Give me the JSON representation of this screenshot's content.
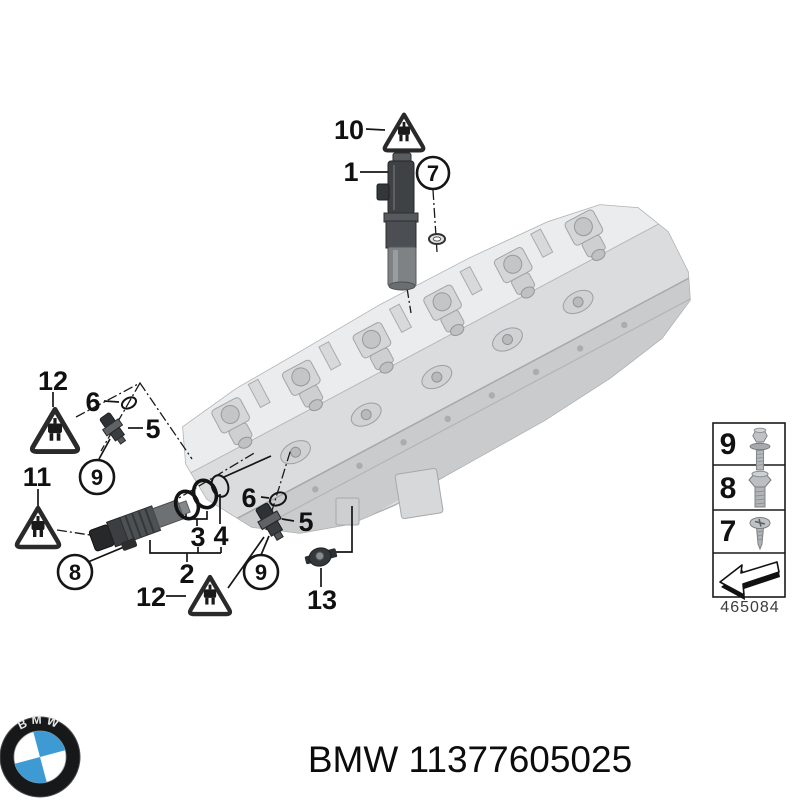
{
  "figure": {
    "callouts": {
      "n1": "1",
      "n2": "2",
      "n3": "3",
      "n4": "4",
      "n5_left": "5",
      "n5_right": "5",
      "n6_left": "6",
      "n6_right": "6",
      "n7_circled": "7",
      "n8_circled": "8",
      "n9_left": "9",
      "n9_right": "9",
      "n10": "10",
      "n11": "11",
      "n12_left": "12",
      "n12_bottom": "12",
      "n13": "13"
    },
    "legend": {
      "rows": [
        {
          "num": "9",
          "icon": "flange-bolt-icon"
        },
        {
          "num": "8",
          "icon": "hex-bolt-icon"
        },
        {
          "num": "7",
          "icon": "tapping-screw-icon"
        }
      ],
      "direction_icon": "view-direction-arrow-icon",
      "sheet_number": "465084"
    },
    "warning_icon": "electrical-connector-warning-icon",
    "footer": {
      "logo_text": "BMW",
      "title": "BMW 11377605025"
    },
    "colors": {
      "bmw_blue": "#3d9ad2",
      "engine_gray": "#dfe1e3",
      "line_black": "#161616"
    }
  }
}
